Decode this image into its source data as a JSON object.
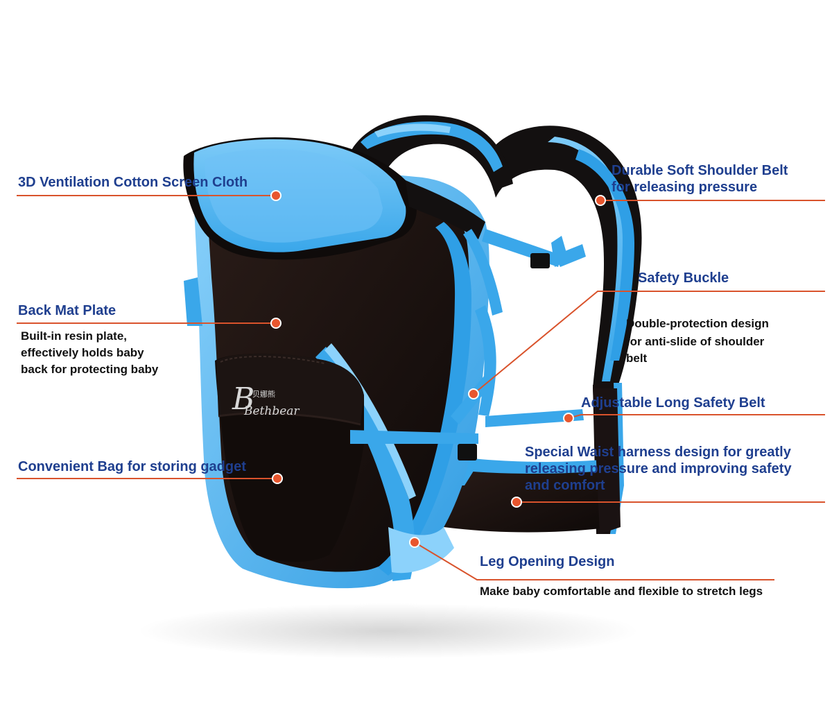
{
  "colors": {
    "title_text": "#1f3f8f",
    "desc_text": "#111111",
    "leader_line": "#d9532c",
    "marker_fill": "#e8562e",
    "carrier_dark": "#161010",
    "carrier_blue": "#55b6f0",
    "carrier_blue_dark": "#1f8fd8",
    "carrier_blue_light": "#8cd2fb"
  },
  "brand": {
    "logo_chinese": "贝娜熊",
    "logo_name": "Bethbear"
  },
  "callouts": {
    "ventilation": {
      "title": "3D Ventilation Cotton Screen Cloth"
    },
    "back_mat": {
      "title": "Back Mat Plate",
      "desc": [
        "Built-in resin plate,",
        "effectively holds baby",
        "back for protecting baby"
      ]
    },
    "bag": {
      "title": "Convenient Bag for storing gadget"
    },
    "shoulder": {
      "title": [
        "Durable Soft Shoulder Belt",
        "for releasing pressure"
      ]
    },
    "buckle": {
      "title": "Safety Buckle",
      "desc": [
        "Double-protection design",
        "for anti-slide of shoulder",
        "belt"
      ]
    },
    "long_belt": {
      "title": "Adjustable Long Safety Belt"
    },
    "waist": {
      "title": [
        "Special Waist harness design for greatly",
        "releasing pressure and improving safety",
        "and comfort"
      ]
    },
    "leg": {
      "title": "Leg Opening Design",
      "desc": "Make baby comfortable and flexible to stretch legs"
    }
  }
}
